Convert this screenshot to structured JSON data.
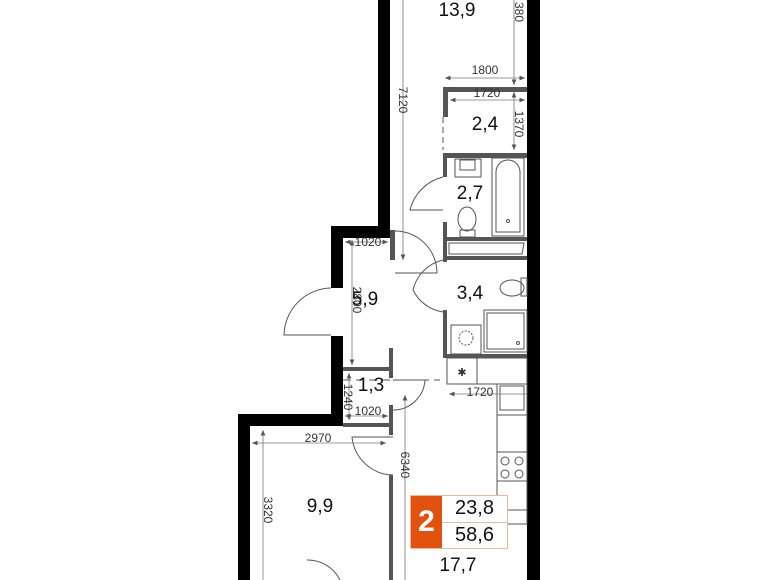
{
  "plan": {
    "rooms": [
      {
        "id": "living-room",
        "area": "13,9"
      },
      {
        "id": "storage",
        "area": "2,4"
      },
      {
        "id": "bathroom",
        "area": "2,7"
      },
      {
        "id": "hallway",
        "area": "5,9"
      },
      {
        "id": "toilet",
        "area": "3,4"
      },
      {
        "id": "closet",
        "area": "1,3"
      },
      {
        "id": "bedroom",
        "area": "9,9"
      },
      {
        "id": "kitchen",
        "area": "17,7"
      }
    ],
    "dimensions": {
      "living_depth": "7120",
      "living_top_offset": "380",
      "storage_outer_width": "1800",
      "storage_inner_width": "1720",
      "storage_depth": "1370",
      "hall_width": "1020",
      "hall_depth": "2800",
      "closet_depth": "1240",
      "closet_width": "1020",
      "kitchen_width": "1720",
      "bedroom_width": "2970",
      "bedroom_depth": "3320",
      "kitchen_depth": "6340"
    }
  },
  "summary_badge": {
    "rooms_count": "2",
    "living_area": "23,8",
    "total_area": "58,6",
    "accent_color": "#e2520f"
  }
}
